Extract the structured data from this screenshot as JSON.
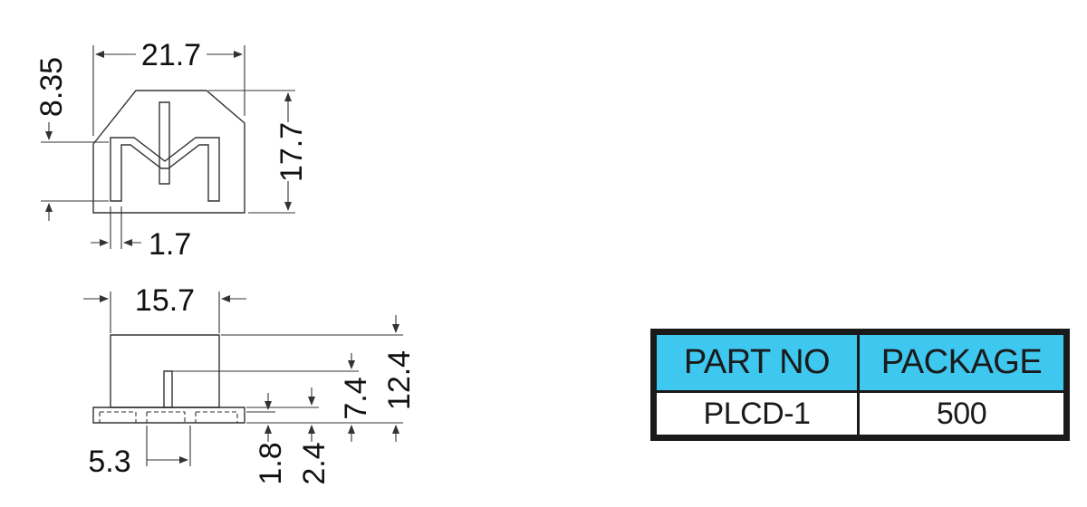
{
  "colors": {
    "line": "#333333",
    "table_header_bg": "#3ec7ef",
    "table_border": "#1a1a1a"
  },
  "top_view": {
    "dims": {
      "width": "21.7",
      "left_height": "8.35",
      "right_height": "17.7",
      "slot": "1.7"
    }
  },
  "side_view": {
    "dims": {
      "width": "15.7",
      "pitch": "5.3",
      "total_height": "12.4",
      "pin_height": "7.4",
      "base_height": "2.4",
      "flange_height": "1.8"
    }
  },
  "table": {
    "headers": [
      "PART NO",
      "PACKAGE"
    ],
    "row": [
      "PLCD-1",
      "500"
    ]
  }
}
